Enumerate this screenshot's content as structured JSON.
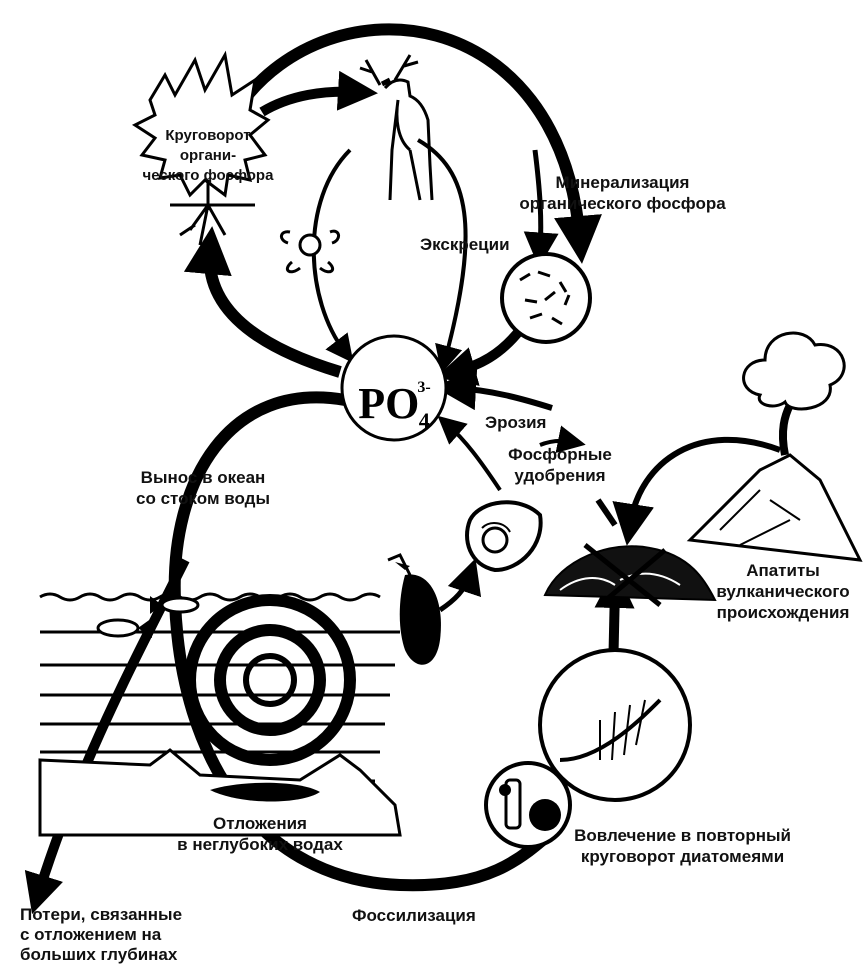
{
  "diagram": {
    "center": {
      "formula": "PO",
      "subscript": "4",
      "superscript": "3-"
    },
    "labels": {
      "organic_cycle": "Круговорот органи-\nческого фосфора",
      "mineralization": "Минерализация\nорганического фосфора",
      "excretion": "Экскреции",
      "erosion": "Эрозия",
      "fertilizers": "Фосфорные\nудобрения",
      "runoff": "Вынос в океан\nсо стоком воды",
      "apatites": "Апатиты\nвулканического\nпроисхождения",
      "shallow_deposits": "Отложения\nв неглубоких водах",
      "diatoms": "Вовлечение в повторный\nкруговорот диатомеями",
      "losses": "Потери, связанные\nс отложением на\nбольших глубинах",
      "fossilization": "Фоссилизация"
    }
  }
}
